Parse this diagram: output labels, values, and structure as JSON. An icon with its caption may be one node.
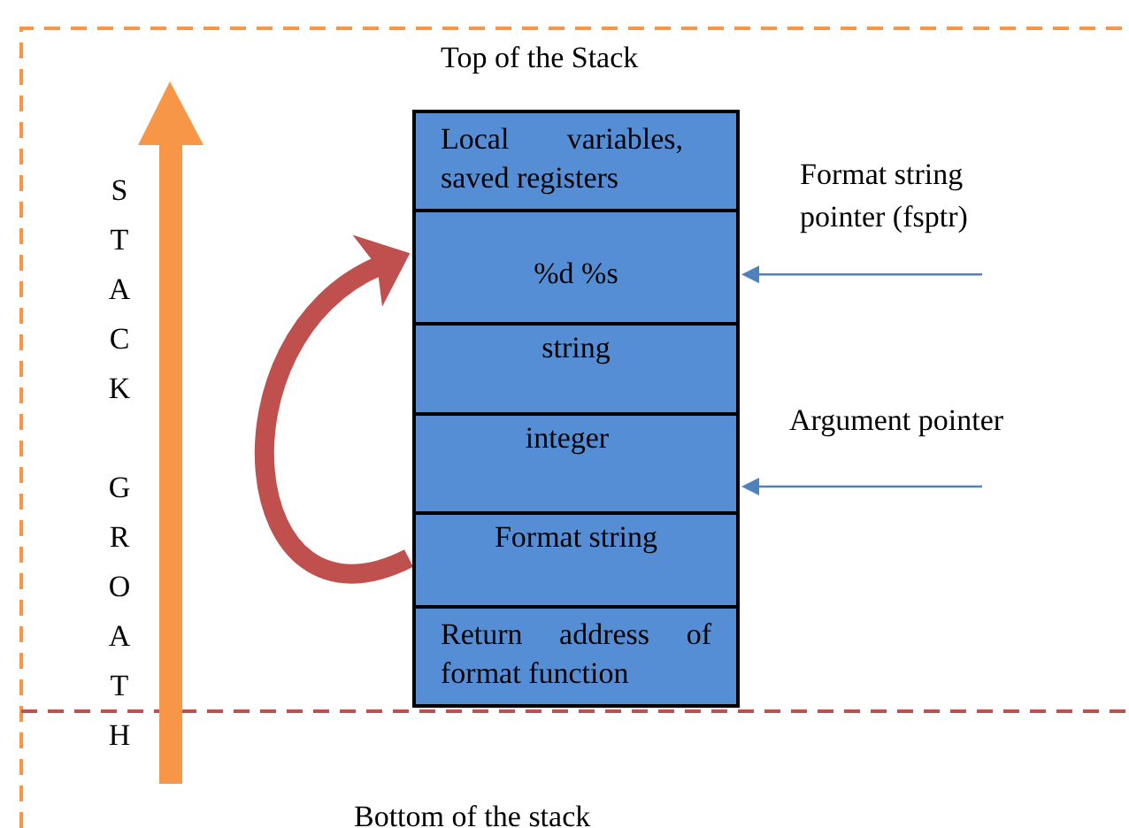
{
  "diagram": {
    "nodes": [
      {
        "text": [
          "Local variables, saved registers"
        ]
      },
      {
        "text": [
          "%d %s"
        ]
      },
      {
        "text": [
          "string"
        ]
      },
      {
        "text": [
          "integer"
        ]
      },
      {
        "text": [
          "Format string"
        ]
      },
      {
        "text": [
          "Return address of format function"
        ]
      }
    ],
    "edges": [
      {
        "from": null,
        "to": 1,
        "arrow": "to"
      },
      {
        "from": null,
        "to": 3,
        "arrow": "to"
      },
      {
        "from": 4,
        "to": 1,
        "arrow": "to",
        "style": "thick",
        "color": "#c0504d"
      }
    ],
    "labels": [
      "Top of the Stack",
      "Format string pointer (fsptr)",
      "Argument pointer",
      "STACK",
      "GROATH",
      "Bottom of the stack"
    ]
  }
}
